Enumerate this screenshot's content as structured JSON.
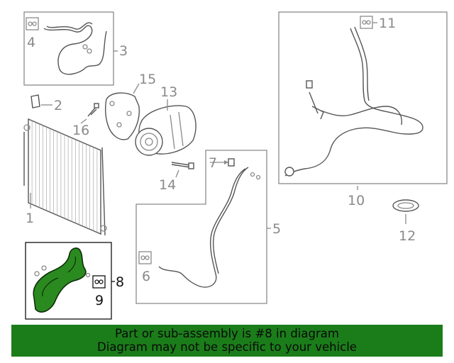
{
  "callouts": {
    "c1": "1",
    "c2": "2",
    "c3": "3",
    "c4": "4",
    "c5": "5",
    "c6": "6",
    "c7": "7",
    "c8": "8",
    "c9": "9",
    "c10": "10",
    "c11": "11",
    "c12": "12",
    "c13": "13",
    "c14": "14",
    "c15": "15",
    "c16": "16"
  },
  "banner": {
    "line1": "Part or sub-assembly is #8 in diagram",
    "line2": "Diagram may not be specific to your vehicle"
  },
  "colors": {
    "highlight": "#2a8a1f",
    "banner": "#1b7d1a",
    "linework": "#8a8a8a"
  },
  "icons": [
    "o-ring-icon"
  ]
}
